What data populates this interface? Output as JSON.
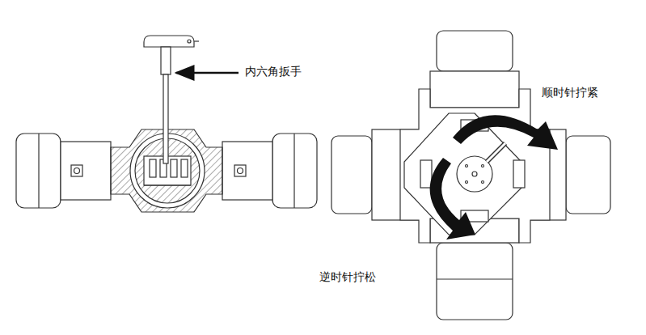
{
  "diagram": {
    "labels": [
      "内六角扳手",
      "顺时针拧紧",
      "逆时针拧松"
    ]
  }
}
